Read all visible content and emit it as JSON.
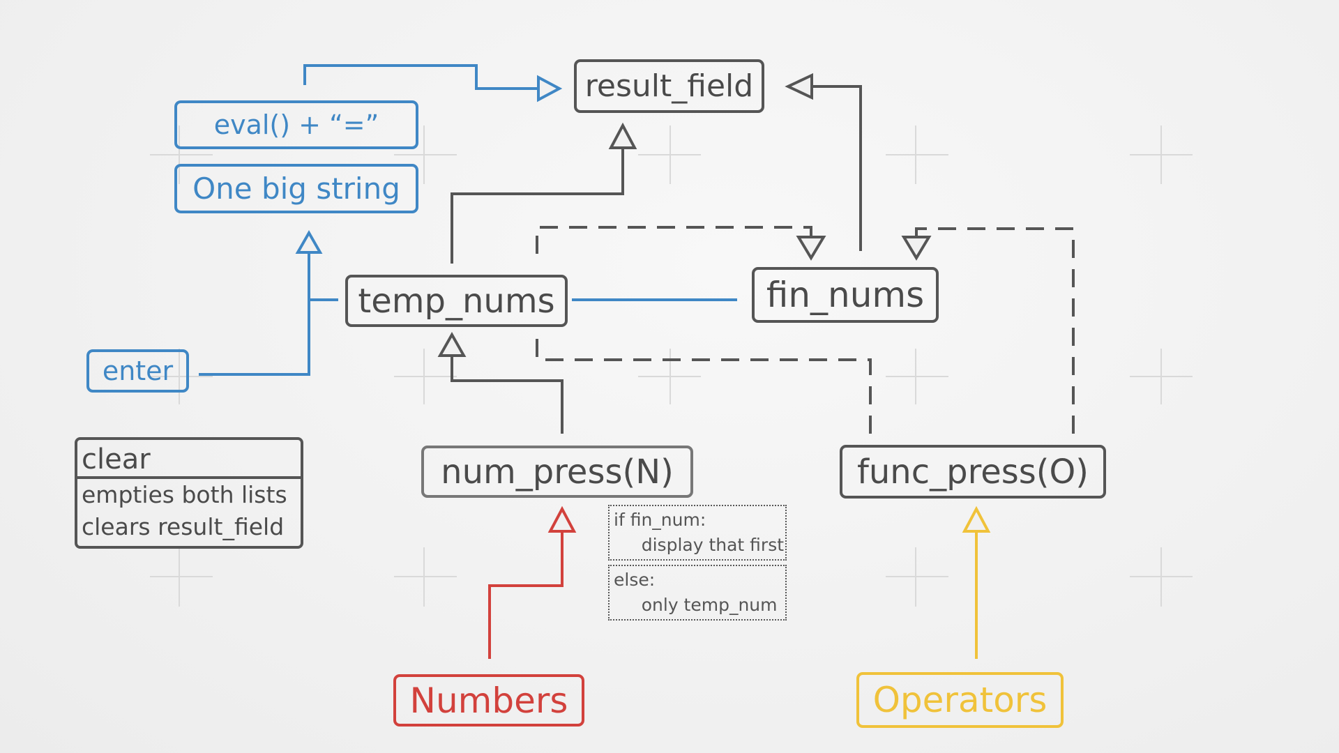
{
  "nodes": {
    "result_field": "result_field",
    "eval_eq": "eval() + “=”",
    "one_big_string": "One big string",
    "temp_nums": "temp_nums",
    "fin_nums": "fin_nums",
    "enter": "enter",
    "num_press": "num_press(N)",
    "func_press": "func_press(O)",
    "numbers": "Numbers",
    "operators": "Operators"
  },
  "clear": {
    "title": "clear",
    "lines": [
      "empties both lists",
      "clears result_field"
    ]
  },
  "notes": {
    "if_fin": "if fin_num:\n     display that first",
    "else": "else:\n     only temp_num"
  },
  "colors": {
    "gray": "#555555",
    "blue": "#3f87c5",
    "red": "#d2413c",
    "yellow": "#f0c23a",
    "background": "#f1f1f1"
  }
}
